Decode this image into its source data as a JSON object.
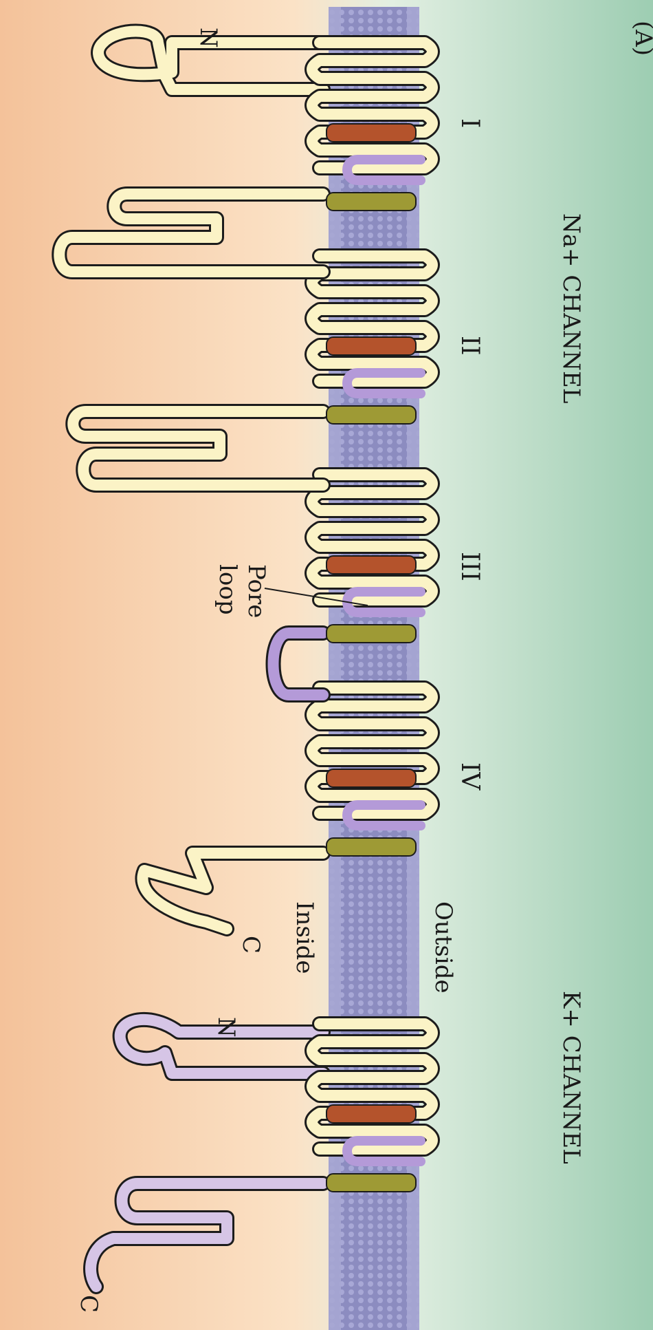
{
  "figure_letter": "(A)",
  "na_channel": {
    "title": "Na+ CHANNEL",
    "domains": [
      "I",
      "II",
      "III",
      "IV"
    ],
    "pore_loop_label_line1": "Pore",
    "pore_loop_label_line2": "loop",
    "n_terminus": "N",
    "c_terminus": "C"
  },
  "k_channel": {
    "title": "K+ CHANNEL",
    "n_terminus": "N",
    "c_terminus": "C"
  },
  "regions": {
    "outside": "Outside",
    "inside": "Inside"
  },
  "colors": {
    "outside_bg": "#cfe6d8",
    "inside_bg": "#f6cba3",
    "membrane": "#8f8fc2",
    "na_chain": "#fbf3c6",
    "k_chain": "#d6c5e6",
    "voltage_sensor_helix": "#b4532c",
    "pore_helix": "#9e9a35",
    "pore_loop": "#b49ad8",
    "outline": "#1c1c1c"
  }
}
